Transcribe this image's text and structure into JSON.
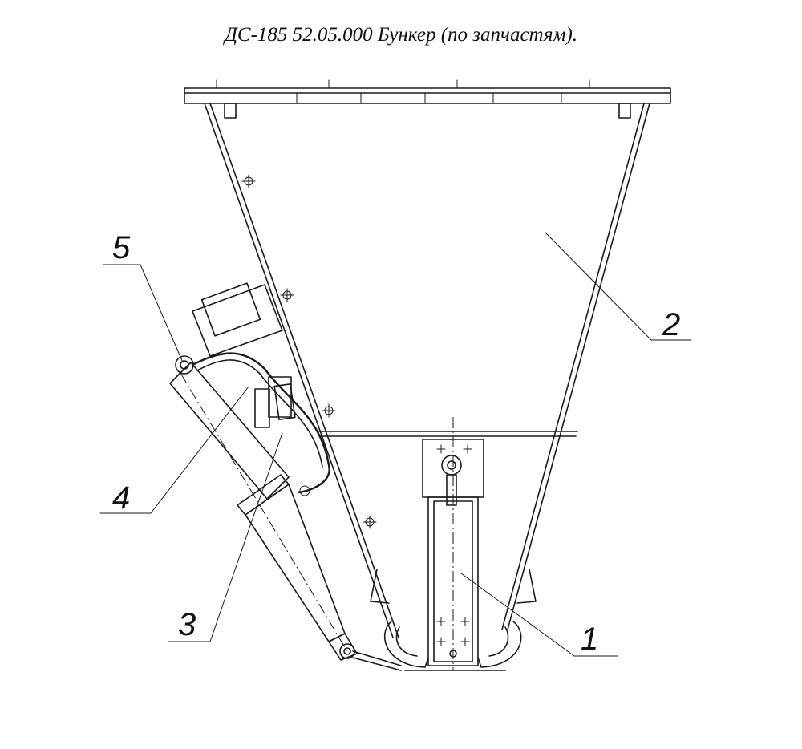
{
  "title": "ДС-185 52.05.000 Бункер (по запчастям).",
  "callouts": [
    "1",
    "2",
    "3",
    "4",
    "5"
  ]
}
